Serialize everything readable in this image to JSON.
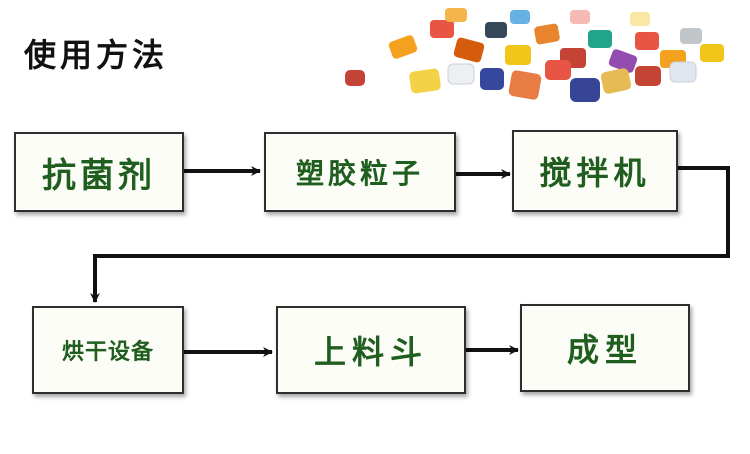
{
  "title": "使用方法",
  "steps": [
    {
      "id": "s1",
      "label": "抗菌剂"
    },
    {
      "id": "s2",
      "label": "塑胶粒子"
    },
    {
      "id": "s3",
      "label": "搅拌机"
    },
    {
      "id": "s4",
      "label": "烘干设备"
    },
    {
      "id": "s5",
      "label": "上料斗"
    },
    {
      "id": "s6",
      "label": "成型"
    }
  ],
  "colors": {
    "label": "#1f5e1f",
    "arrow": "#111111",
    "border": "#2e2e2e"
  }
}
